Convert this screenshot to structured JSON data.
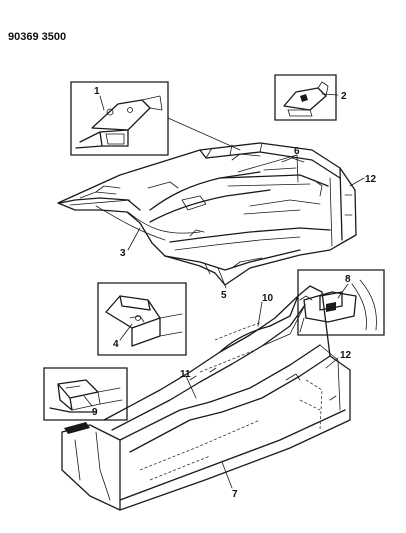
{
  "header": {
    "part_number": "90369 3500"
  },
  "callouts": [
    "1",
    "2",
    "3",
    "4",
    "5",
    "6",
    "7",
    "8",
    "9",
    "10",
    "11",
    "12",
    "12"
  ]
}
